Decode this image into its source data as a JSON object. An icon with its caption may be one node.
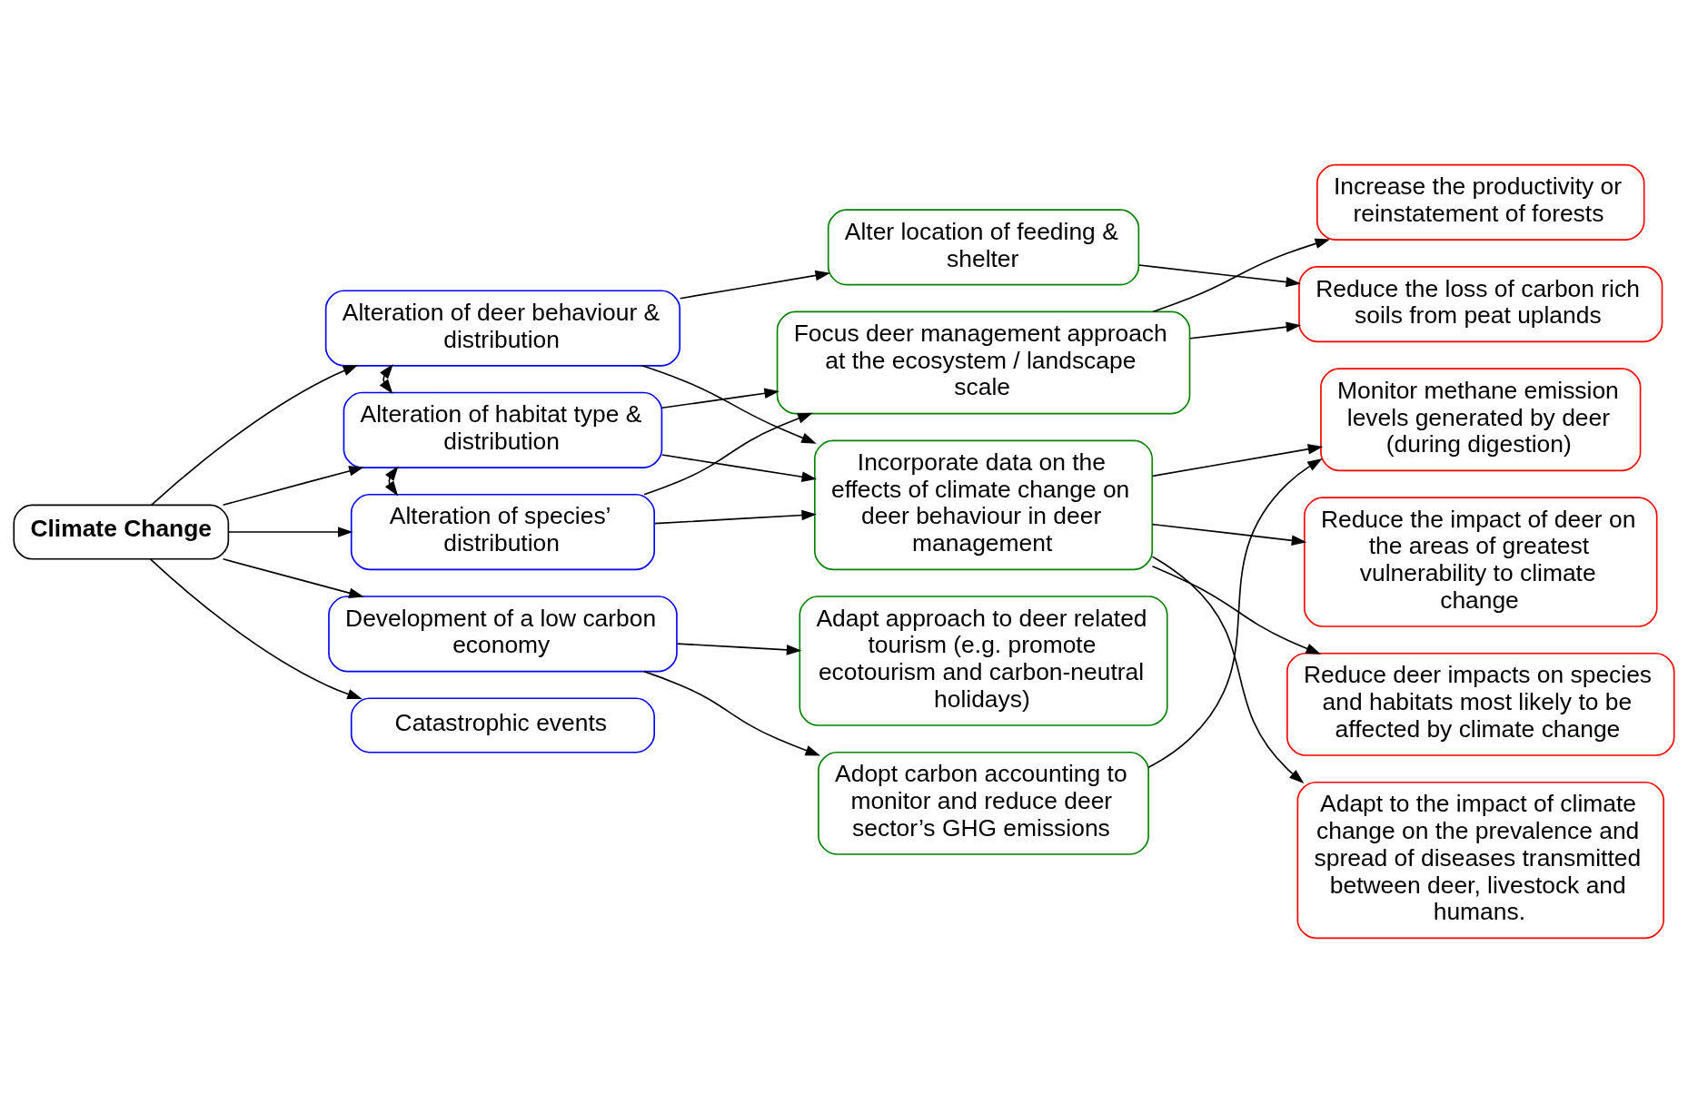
{
  "diagram": {
    "nodes": [
      {
        "text": [
          "Climate Change"
        ]
      },
      {
        "text": [
          "Alteration of deer behaviour & distribution"
        ]
      },
      {
        "text": [
          "Alteration of habitat type & distribution"
        ]
      },
      {
        "text": [
          "Alteration of species’ distribution"
        ]
      },
      {
        "text": [
          "Development of a low carbon economy"
        ]
      },
      {
        "text": [
          "Catastrophic events"
        ]
      },
      {
        "text": [
          "Alter location of feeding & shelter"
        ]
      },
      {
        "text": [
          "Focus deer management approach at the ecosystem / landscape scale"
        ]
      },
      {
        "text": [
          "Incorporate data on the effects of climate change on deer behaviour in deer management"
        ]
      },
      {
        "text": [
          "Adapt approach to deer related tourism (e.g. promote ecotourism and carbon-neutral holidays)"
        ]
      },
      {
        "text": [
          "Adopt carbon accounting to monitor and reduce deer sector’s GHG emissions"
        ]
      },
      {
        "text": [
          "Increase the productivity or reinstatement of forests"
        ]
      },
      {
        "text": [
          "Reduce the loss of carbon rich soils from peat uplands"
        ]
      },
      {
        "text": [
          "Monitor methane emission levels generated by deer (during digestion)"
        ]
      },
      {
        "text": [
          "Reduce the impact of deer on the areas of greatest vulnerability to climate change"
        ]
      },
      {
        "text": [
          "Reduce deer impacts on species and habitats most likely to be affected by climate change"
        ]
      },
      {
        "text": [
          "Adapt to the impact of climate change on the prevalence and spread of diseases transmitted between deer, livestock and humans."
        ]
      }
    ],
    "edges": [
      {
        "from": 0,
        "to": 1,
        "arrow": "to"
      },
      {
        "from": 0,
        "to": 2,
        "arrow": "to"
      },
      {
        "from": 0,
        "to": 3,
        "arrow": "to"
      },
      {
        "from": 0,
        "to": 4,
        "arrow": "to"
      },
      {
        "from": 0,
        "to": 5,
        "arrow": "to"
      },
      {
        "from": 1,
        "to": 2,
        "arrow": "both"
      },
      {
        "from": 2,
        "to": 3,
        "arrow": "both"
      },
      {
        "from": 1,
        "to": 6,
        "arrow": "to"
      },
      {
        "from": 1,
        "to": 8,
        "arrow": "to"
      },
      {
        "from": 2,
        "to": 7,
        "arrow": "to"
      },
      {
        "from": 2,
        "to": 8,
        "arrow": "to"
      },
      {
        "from": 3,
        "to": 7,
        "arrow": "to"
      },
      {
        "from": 3,
        "to": 8,
        "arrow": "to"
      },
      {
        "from": 4,
        "to": 9,
        "arrow": "to"
      },
      {
        "from": 4,
        "to": 10,
        "arrow": "to"
      },
      {
        "from": 6,
        "to": 12,
        "arrow": "to"
      },
      {
        "from": 7,
        "to": 11,
        "arrow": "to"
      },
      {
        "from": 7,
        "to": 12,
        "arrow": "to"
      },
      {
        "from": 8,
        "to": 13,
        "arrow": "to"
      },
      {
        "from": 8,
        "to": 14,
        "arrow": "to"
      },
      {
        "from": 8,
        "to": 15,
        "arrow": "to"
      },
      {
        "from": 8,
        "to": 16,
        "arrow": "to"
      },
      {
        "from": 10,
        "to": 13,
        "arrow": "to"
      }
    ]
  }
}
